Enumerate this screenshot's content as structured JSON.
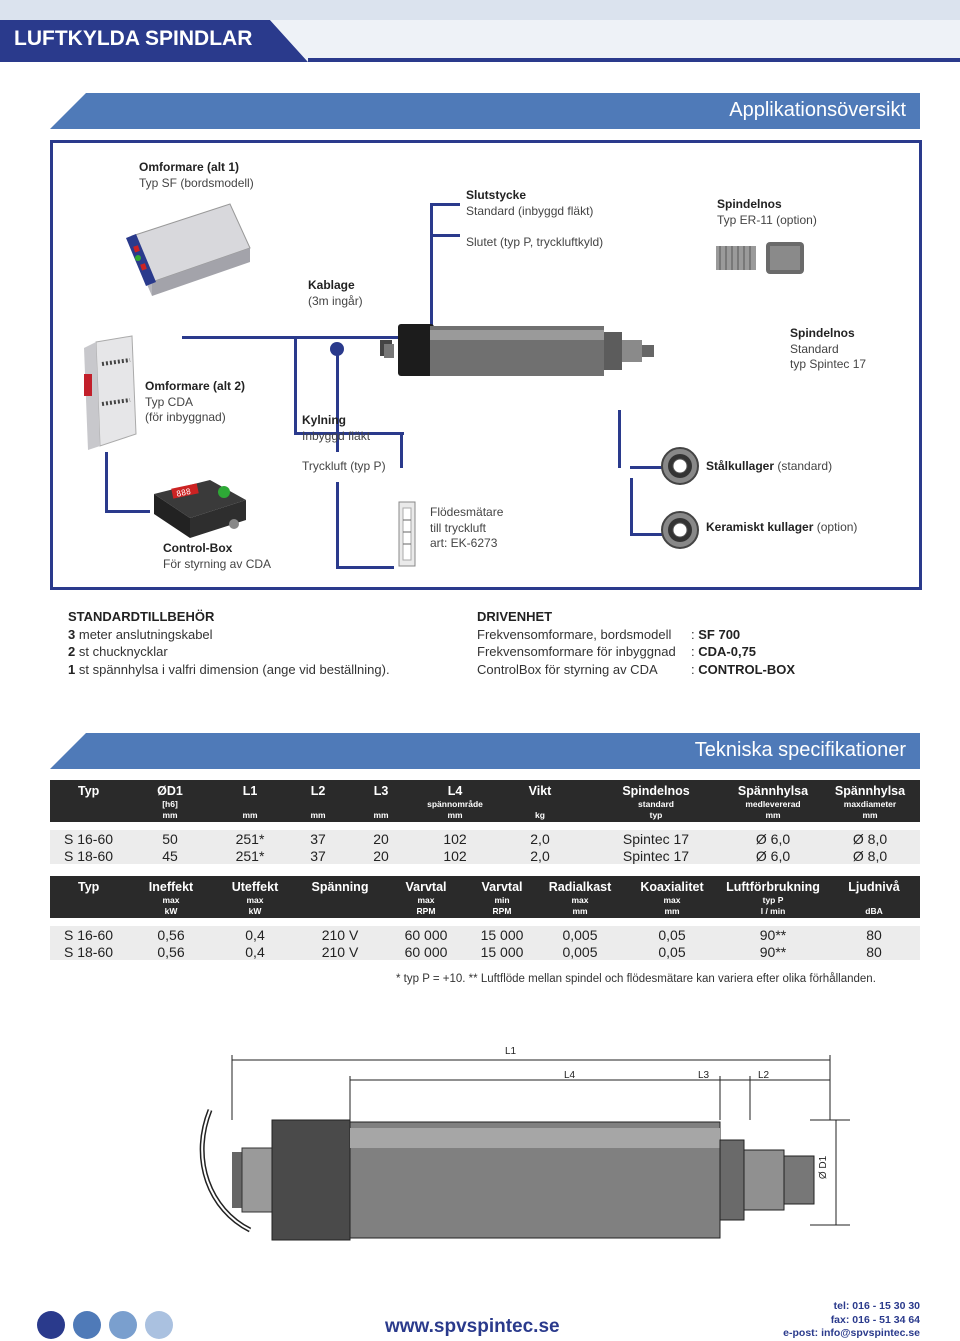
{
  "header": {
    "title": "LUFTKYLDA SPINDLAR"
  },
  "overview": {
    "banner": "Applikationsöversikt",
    "omformare_alt1": {
      "title": "Omformare (alt 1)",
      "line1": "Typ SF (bordsmodell)"
    },
    "slutstycke": {
      "title": "Slutstycke",
      "line1": "Standard (inbyggd fläkt)",
      "line2": "Slutet (typ P, tryckluftkyld)"
    },
    "spindelnos_er": {
      "title": "Spindelnos",
      "line1": "Typ ER-11 (option)"
    },
    "kablage": {
      "title": "Kablage",
      "line1": "(3m ingår)"
    },
    "spindelnos_std": {
      "title": "Spindelnos",
      "line1": "Standard",
      "line2": "typ Spintec 17"
    },
    "omformare_alt2": {
      "title": "Omformare (alt 2)",
      "line1": "Typ CDA",
      "line2": "(för inbyggnad)"
    },
    "kylning": {
      "title": "Kylning",
      "line1": "Inbyggd fläkt"
    },
    "tryckluft": {
      "line1": "Tryckluft (typ P)"
    },
    "stalkullager": {
      "title": "Stålkullager",
      "line1": "(standard)"
    },
    "controlbox": {
      "title": "Control-Box",
      "line1": "För styrning av CDA"
    },
    "flodesmatare": {
      "line1": "Flödesmätare",
      "line2": "till tryckluft",
      "line3": "art: EK-6273"
    },
    "keramiskt": {
      "title": "Keramiskt kullager",
      "line1": "(option)"
    },
    "device_screen": "888"
  },
  "accessories": {
    "heading": "STANDARDTILLBEHÖR",
    "items": [
      {
        "qty": "3",
        "text": "meter anslutningskabel"
      },
      {
        "qty": "2",
        "text": "st chucknycklar"
      },
      {
        "qty": "1",
        "text": "st spännhylsa i valfri dimension (ange vid beställning)."
      }
    ]
  },
  "drive": {
    "heading": "DRIVENHET",
    "items": [
      {
        "label": "Frekvensomformare, bordsmodell",
        "value": "SF 700"
      },
      {
        "label": "Frekvensomformare för inbyggnad",
        "value": "CDA-0,75"
      },
      {
        "label": "ControlBox för styrning av CDA",
        "value": "CONTROL-BOX"
      }
    ]
  },
  "specs": {
    "banner": "Tekniska specifikationer",
    "table1": {
      "headers": [
        {
          "top": "Typ",
          "sub1": "",
          "sub2": ""
        },
        {
          "top": "ØD1",
          "sub1": "[h6]",
          "sub2": "mm"
        },
        {
          "top": "L1",
          "sub1": "",
          "sub2": "mm"
        },
        {
          "top": "L2",
          "sub1": "",
          "sub2": "mm"
        },
        {
          "top": "L3",
          "sub1": "",
          "sub2": "mm"
        },
        {
          "top": "L4",
          "sub1": "spännområde",
          "sub2": "mm"
        },
        {
          "top": "Vikt",
          "sub1": "",
          "sub2": "kg"
        },
        {
          "top": "Spindelnos",
          "sub1": "standard",
          "sub2": "typ"
        },
        {
          "top": "Spännhylsa",
          "sub1": "medlevererad",
          "sub2": "mm"
        },
        {
          "top": "Spännhylsa",
          "sub1": "maxdiameter",
          "sub2": "mm"
        }
      ],
      "rows": [
        [
          "S 16-60",
          "50",
          "251*",
          "37",
          "20",
          "102",
          "2,0",
          "Spintec 17",
          "Ø 6,0",
          "Ø 8,0"
        ],
        [
          "S 18-60",
          "45",
          "251*",
          "37",
          "20",
          "102",
          "2,0",
          "Spintec 17",
          "Ø 6,0",
          "Ø 8,0"
        ]
      ]
    },
    "table2": {
      "headers": [
        {
          "top": "Typ",
          "sub1": "",
          "sub2": ""
        },
        {
          "top": "Ineffekt",
          "sub1": "max",
          "sub2": "kW"
        },
        {
          "top": "Uteffekt",
          "sub1": "max",
          "sub2": "kW"
        },
        {
          "top": "Spänning",
          "sub1": "",
          "sub2": ""
        },
        {
          "top": "Varvtal",
          "sub1": "max",
          "sub2": "RPM"
        },
        {
          "top": "Varvtal",
          "sub1": "min",
          "sub2": "RPM"
        },
        {
          "top": "Radialkast",
          "sub1": "max",
          "sub2": "mm"
        },
        {
          "top": "Koaxialitet",
          "sub1": "max",
          "sub2": "mm"
        },
        {
          "top": "Luftförbrukning",
          "sub1": "typ P",
          "sub2": "l / min"
        },
        {
          "top": "Ljudnivå",
          "sub1": "",
          "sub2": "dBA"
        }
      ],
      "rows": [
        [
          "S 16-60",
          "0,56",
          "0,4",
          "210 V",
          "60 000",
          "15 000",
          "0,005",
          "0,05",
          "90**",
          "80"
        ],
        [
          "S 18-60",
          "0,56",
          "0,4",
          "210 V",
          "60 000",
          "15 000",
          "0,005",
          "0,05",
          "90**",
          "80"
        ]
      ]
    },
    "footnote": "* typ P = +10.   ** Luftflöde mellan spindel och flödesmätare kan variera efter olika förhållanden."
  },
  "drawing": {
    "l1": "L1",
    "l4": "L4",
    "l3": "L3",
    "l2": "L2",
    "d1": "Ø D1"
  },
  "footer": {
    "url": "www.spvspintec.se",
    "tel": "tel: 016 - 15 30 30",
    "fax": "fax: 016 - 51 34 64",
    "email": "e-post: info@spvspintec.se"
  },
  "colors": {
    "brand_blue": "#2a3a8c",
    "light_blue": "#4f7ab8",
    "pale_blue": "#9fb9dc"
  }
}
